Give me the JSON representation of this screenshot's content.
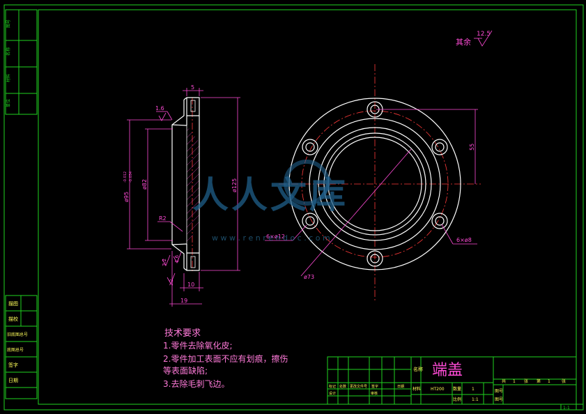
{
  "colors": {
    "background": "#000000",
    "frame": "#1fd31f",
    "outline": "#ffffff",
    "dimension": "#ff4bd6",
    "centerline": "#ff3a3a",
    "notes": "#ff7ad9",
    "watermark": "#1f5f8a"
  },
  "roughness": {
    "label": "其余",
    "value": "12.5"
  },
  "section_view": {
    "dims": {
      "top_width": "5",
      "chamfer": "1.6",
      "d95": "ø95",
      "d95_tol_top": "-0.012",
      "d95_tol_bottom": "-0.034",
      "d82": "ø82",
      "d125": "ø125",
      "radius": "R2",
      "rough_left": "3.2",
      "rough_bottom": "1.6",
      "rough_small": "3.2",
      "width_10": "10",
      "width_19": "19"
    }
  },
  "front_view": {
    "dims": {
      "holes_12": "6×ø12",
      "holes_8": "6×ø8",
      "d73": "ø73",
      "vertical_55": "55"
    }
  },
  "watermark": {
    "text": "人人文库",
    "url": "w w w . r e n r e n d o c . c o m"
  },
  "technical_requirements": {
    "title": "技术要求",
    "items": [
      "1.零件去除氧化皮;",
      "2.零件加工表面不应有划痕，擦伤",
      "等表面缺陷;",
      "3.去除毛刺飞边。"
    ]
  },
  "title_block": {
    "part_name": "端盖",
    "material": "HT200",
    "quantity": "1",
    "scale": "1:1",
    "sheet_total_label": "共",
    "sheet_total": "1",
    "sheet_unit": "张",
    "sheet_no_label": "第",
    "sheet_no": "1",
    "row_labels": [
      "标记",
      "处数",
      "更改文件号",
      "签字",
      "日期"
    ],
    "left_labels": [
      "设计",
      "审核"
    ],
    "field_labels": [
      "名称",
      "材料",
      "数量",
      "比例"
    ],
    "right_labels": [
      "图号",
      "图号"
    ]
  },
  "left_strip": {
    "labels": [
      "描图",
      "描校",
      "旧底图总号",
      "底图总号",
      "签字",
      "日期"
    ]
  },
  "corner_box": "1-1"
}
